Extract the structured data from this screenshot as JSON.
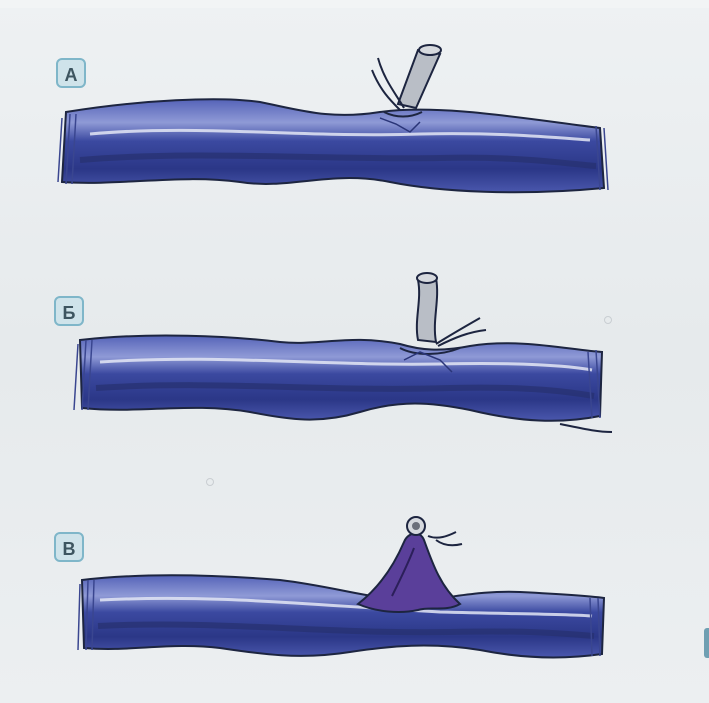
{
  "panels": [
    {
      "label": "А"
    },
    {
      "label": "Б"
    },
    {
      "label": "В"
    }
  ],
  "colors": {
    "vessel_dark": "#2e3a8c",
    "vessel_mid": "#4a58b0",
    "vessel_light": "#9aa4d8",
    "highlight": "#e3e6f4",
    "ligature_stump": "#b9bec6",
    "clip_purple": "#5a3f9a",
    "label_bg": "#cfe3ea",
    "label_border": "#7fb6c9"
  }
}
